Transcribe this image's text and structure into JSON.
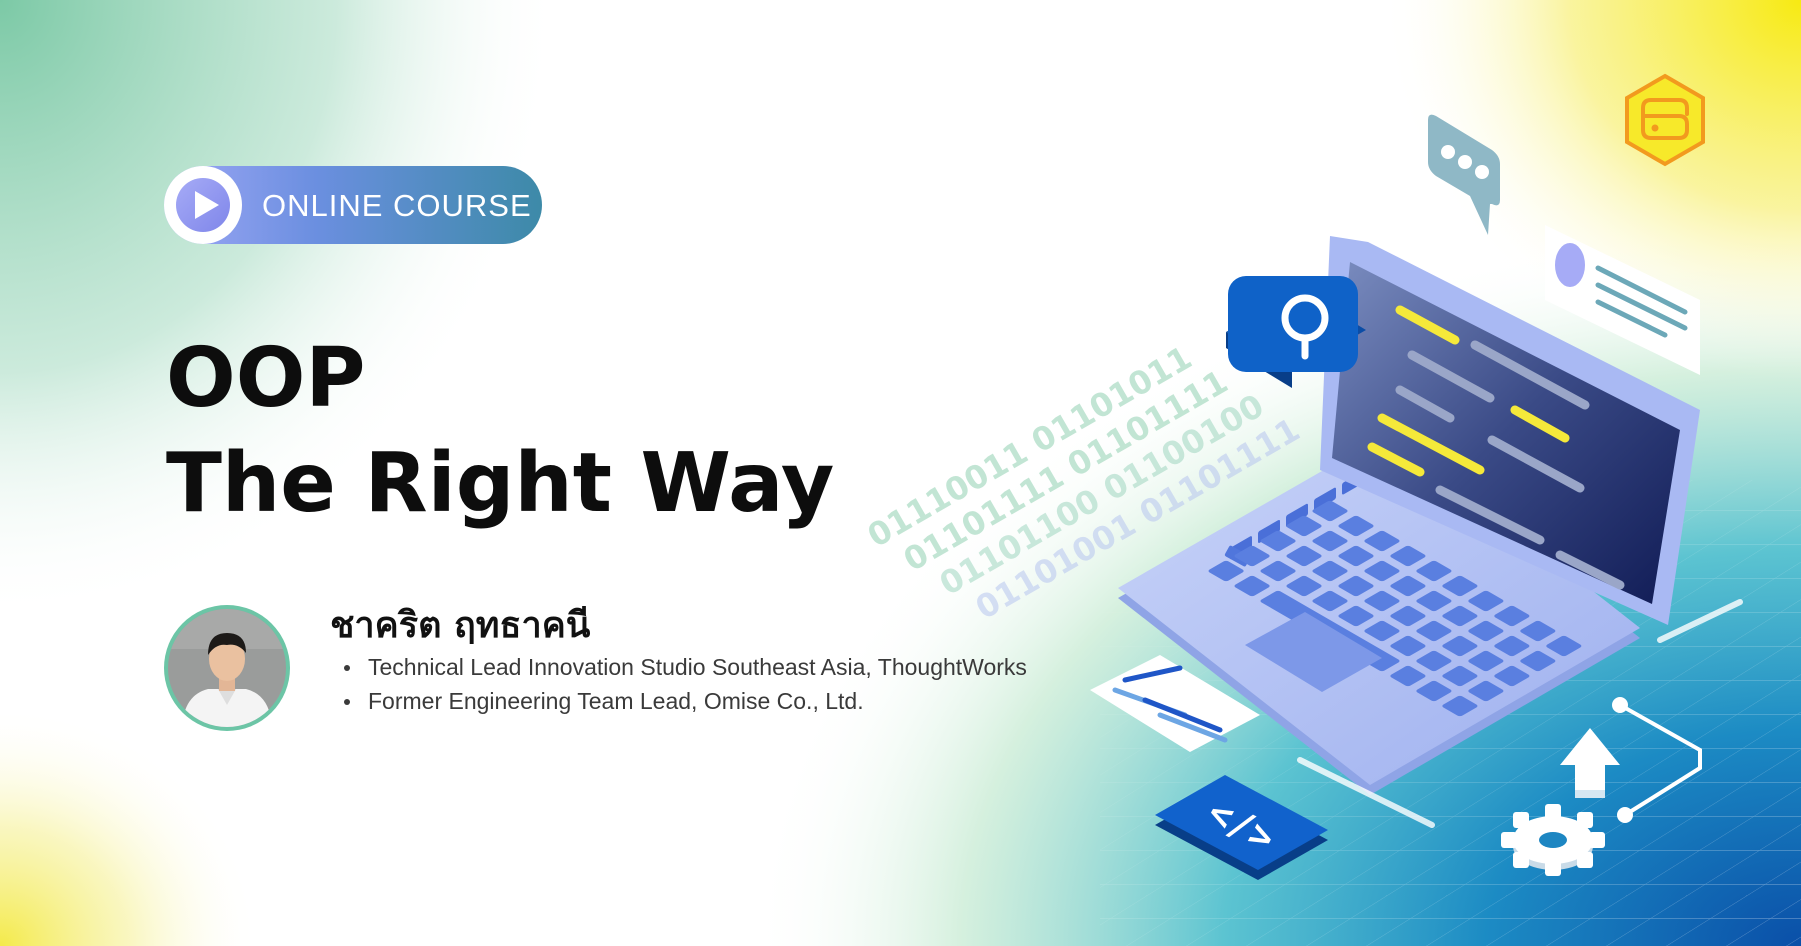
{
  "badge": {
    "label": "ONLINE COURSE",
    "icon": "play-icon"
  },
  "title": {
    "line1": "OOP",
    "line2": "The Right Way"
  },
  "speaker": {
    "name": "ชาคริต ฤทธาคนี",
    "roles": [
      "Technical Lead Innovation Studio Southeast Asia, ThoughtWorks",
      "Former Engineering Team Lead, Omise Co., Ltd."
    ]
  },
  "binary_rows": [
    "01110011 01101011",
    "01101111 01101111",
    "01101100 01100100",
    "01101001 01101111"
  ],
  "code_glyph": "</>",
  "icons": [
    "brand-logo-icon",
    "chat-bubble-icon",
    "search-icon",
    "profile-card-icon",
    "code-icon",
    "arrow-up-icon",
    "gear-icon",
    "laptop-icon"
  ],
  "colors": {
    "title": "#0d0d0d",
    "badge_start": "#9ea7f5",
    "badge_end": "#3d8aa8",
    "accent_yellow": "#f5e93a",
    "accent_blue": "#0f62c8",
    "accent_green": "#8fd0b0"
  }
}
